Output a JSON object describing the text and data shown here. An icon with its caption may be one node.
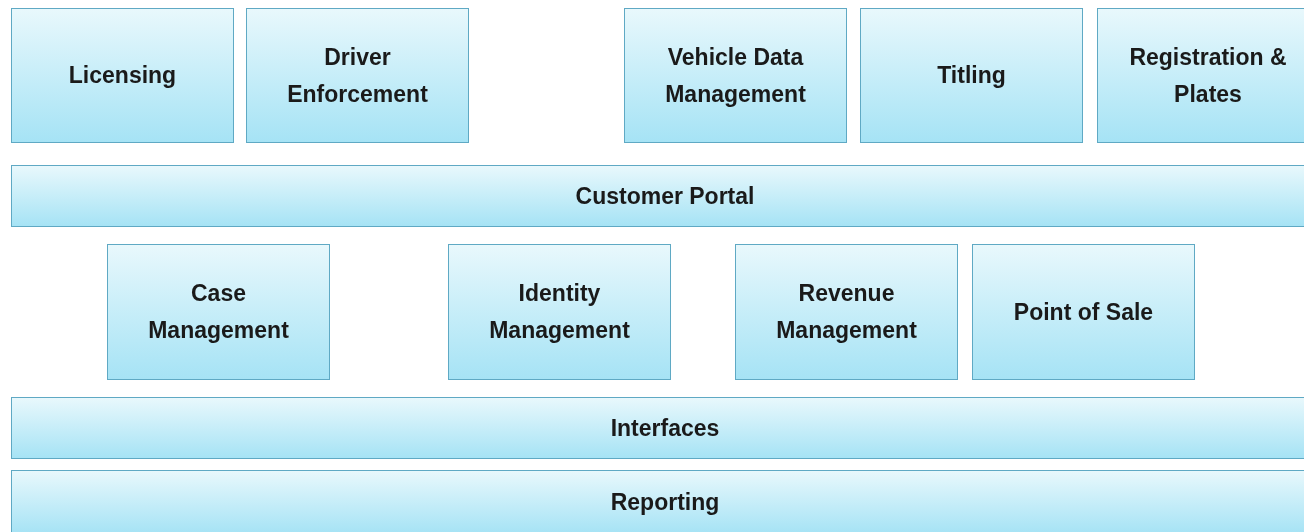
{
  "diagram": {
    "nodes": [
      {
        "text": [
          "Licensing"
        ]
      },
      {
        "text": [
          "Driver Enforcement"
        ]
      },
      {
        "text": [
          "Vehicle Data Management"
        ]
      },
      {
        "text": [
          "Titling"
        ]
      },
      {
        "text": [
          "Registration & Plates"
        ]
      },
      {
        "text": [
          "Customer Portal"
        ]
      },
      {
        "text": [
          "Case Management"
        ]
      },
      {
        "text": [
          "Identity Management"
        ]
      },
      {
        "text": [
          "Revenue Management"
        ]
      },
      {
        "text": [
          "Point of Sale"
        ]
      },
      {
        "text": [
          "Interfaces"
        ]
      },
      {
        "text": [
          "Reporting"
        ]
      }
    ]
  }
}
